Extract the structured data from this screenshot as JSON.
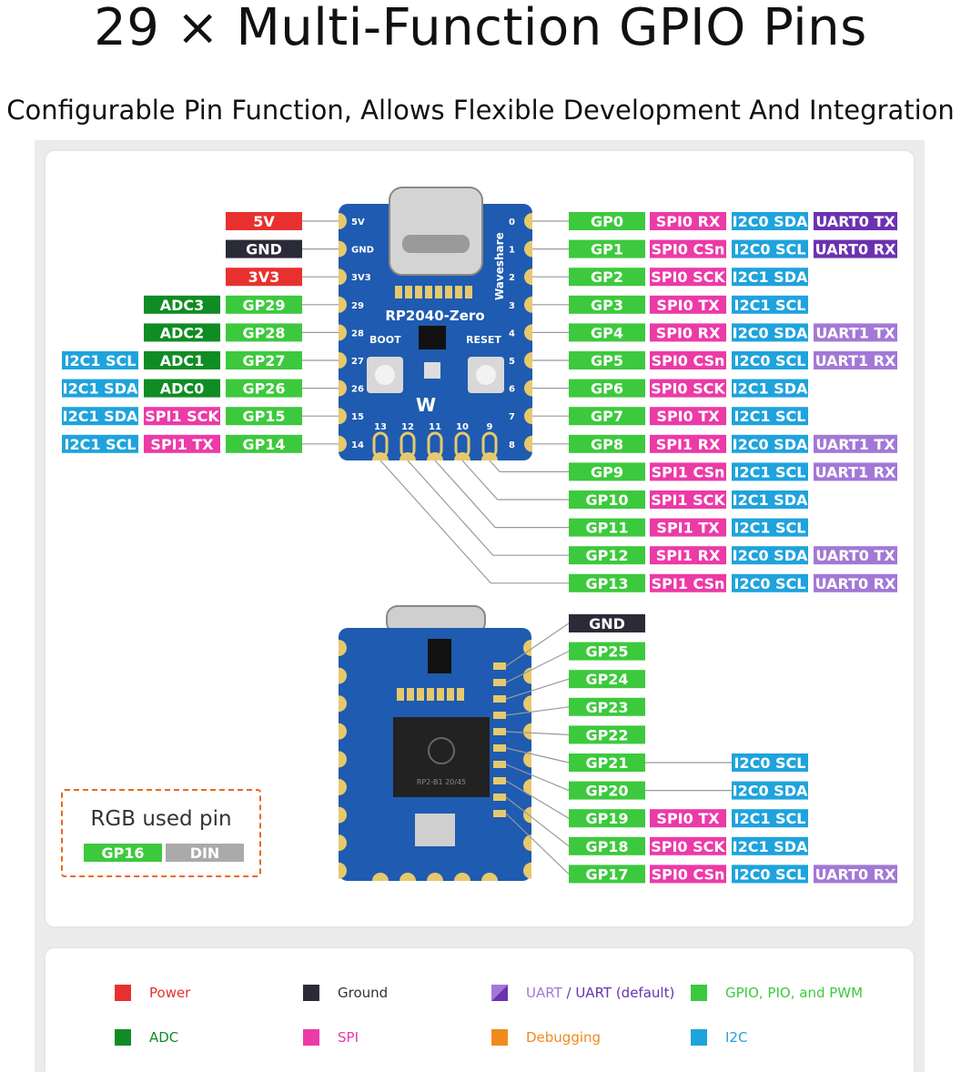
{
  "title": "29 × Multi-Function GPIO Pins",
  "subtitle": "Configurable Pin Function, Allows Flexible Development And Integration",
  "board": {
    "name": "RP2040-Zero",
    "brand": "Waveshare",
    "boot_label": "BOOT",
    "reset_label": "RESET",
    "left_pin_numbers": [
      "5V",
      "GND",
      "3V3",
      "29",
      "28",
      "27",
      "26",
      "15",
      "14"
    ],
    "right_pin_numbers": [
      "0",
      "1",
      "2",
      "3",
      "4",
      "5",
      "6",
      "7",
      "8"
    ],
    "bottom_pin_numbers": [
      "13",
      "12",
      "11",
      "10",
      "9"
    ],
    "chip_text": "RP2-B1  20/45"
  },
  "colors": {
    "power": "#e8312e",
    "ground": "#2b2b38",
    "gpio": "#3dc93d",
    "adc": "#108c24",
    "spi": "#ec3aa7",
    "i2c": "#1fa3dc",
    "uart": "#a278d6",
    "uart_default": "#6b32b0",
    "debug": "#f08a1c",
    "din": "#aaaaaa"
  },
  "left_pins": [
    {
      "labels": [
        {
          "t": "5V",
          "c": "power"
        }
      ]
    },
    {
      "labels": [
        {
          "t": "GND",
          "c": "ground"
        }
      ]
    },
    {
      "labels": [
        {
          "t": "3V3",
          "c": "power"
        }
      ]
    },
    {
      "labels": [
        {
          "t": "ADC3",
          "c": "adc"
        },
        {
          "t": "GP29",
          "c": "gpio"
        }
      ]
    },
    {
      "labels": [
        {
          "t": "ADC2",
          "c": "adc"
        },
        {
          "t": "GP28",
          "c": "gpio"
        }
      ]
    },
    {
      "labels": [
        {
          "t": "I2C1 SCL",
          "c": "i2c"
        },
        {
          "t": "ADC1",
          "c": "adc"
        },
        {
          "t": "GP27",
          "c": "gpio"
        }
      ]
    },
    {
      "labels": [
        {
          "t": "I2C1 SDA",
          "c": "i2c"
        },
        {
          "t": "ADC0",
          "c": "adc"
        },
        {
          "t": "GP26",
          "c": "gpio"
        }
      ]
    },
    {
      "labels": [
        {
          "t": "I2C1 SDA",
          "c": "i2c"
        },
        {
          "t": "SPI1 SCK",
          "c": "spi"
        },
        {
          "t": "GP15",
          "c": "gpio"
        }
      ]
    },
    {
      "labels": [
        {
          "t": "I2C1 SCL",
          "c": "i2c"
        },
        {
          "t": "SPI1 TX",
          "c": "spi"
        },
        {
          "t": "GP14",
          "c": "gpio"
        }
      ]
    }
  ],
  "right_pins": [
    {
      "gp": "GP0",
      "spi": "SPI0 RX",
      "i2c": "I2C0 SDA",
      "uart": "UART0 TX",
      "uc": "uart_default"
    },
    {
      "gp": "GP1",
      "spi": "SPI0 CSn",
      "i2c": "I2C0 SCL",
      "uart": "UART0 RX",
      "uc": "uart_default"
    },
    {
      "gp": "GP2",
      "spi": "SPI0 SCK",
      "i2c": "I2C1 SDA",
      "uart": "",
      "uc": ""
    },
    {
      "gp": "GP3",
      "spi": "SPI0 TX",
      "i2c": "I2C1 SCL",
      "uart": "",
      "uc": ""
    },
    {
      "gp": "GP4",
      "spi": "SPI0 RX",
      "i2c": "I2C0 SDA",
      "uart": "UART1 TX",
      "uc": "uart"
    },
    {
      "gp": "GP5",
      "spi": "SPI0 CSn",
      "i2c": "I2C0 SCL",
      "uart": "UART1 RX",
      "uc": "uart"
    },
    {
      "gp": "GP6",
      "spi": "SPI0 SCK",
      "i2c": "I2C1 SDA",
      "uart": "",
      "uc": ""
    },
    {
      "gp": "GP7",
      "spi": "SPI0 TX",
      "i2c": "I2C1 SCL",
      "uart": "",
      "uc": ""
    },
    {
      "gp": "GP8",
      "spi": "SPI1 RX",
      "i2c": "I2C0 SDA",
      "uart": "UART1 TX",
      "uc": "uart"
    },
    {
      "gp": "GP9",
      "spi": "SPI1 CSn",
      "i2c": "I2C1 SCL",
      "uart": "UART1 RX",
      "uc": "uart"
    },
    {
      "gp": "GP10",
      "spi": "SPI1 SCK",
      "i2c": "I2C1 SDA",
      "uart": "",
      "uc": ""
    },
    {
      "gp": "GP11",
      "spi": "SPI1 TX",
      "i2c": "I2C1 SCL",
      "uart": "",
      "uc": ""
    },
    {
      "gp": "GP12",
      "spi": "SPI1 RX",
      "i2c": "I2C0 SDA",
      "uart": "UART0 TX",
      "uc": "uart"
    },
    {
      "gp": "GP13",
      "spi": "SPI1 CSn",
      "i2c": "I2C0 SCL",
      "uart": "UART0 RX",
      "uc": "uart"
    }
  ],
  "back_pins": [
    {
      "gp": "GND",
      "gc": "ground",
      "spi": "",
      "i2c": "",
      "uart": ""
    },
    {
      "gp": "GP25",
      "gc": "gpio",
      "spi": "",
      "i2c": "",
      "uart": ""
    },
    {
      "gp": "GP24",
      "gc": "gpio",
      "spi": "",
      "i2c": "",
      "uart": ""
    },
    {
      "gp": "GP23",
      "gc": "gpio",
      "spi": "",
      "i2c": "",
      "uart": ""
    },
    {
      "gp": "GP22",
      "gc": "gpio",
      "spi": "",
      "i2c": "",
      "uart": ""
    },
    {
      "gp": "GP21",
      "gc": "gpio",
      "spi": "",
      "i2c": "I2C0 SCL",
      "uart": ""
    },
    {
      "gp": "GP20",
      "gc": "gpio",
      "spi": "",
      "i2c": "I2C0 SDA",
      "uart": ""
    },
    {
      "gp": "GP19",
      "gc": "gpio",
      "spi": "SPI0 TX",
      "i2c": "I2C1 SCL",
      "uart": ""
    },
    {
      "gp": "GP18",
      "gc": "gpio",
      "spi": "SPI0 SCK",
      "i2c": "I2C1 SDA",
      "uart": ""
    },
    {
      "gp": "GP17",
      "gc": "gpio",
      "spi": "SPI0 CSn",
      "i2c": "I2C0 SCL",
      "uart": "UART0 RX"
    }
  ],
  "rgb": {
    "title": "RGB used pin",
    "gp": "GP16",
    "din": "DIN"
  },
  "legend": [
    {
      "key": "power",
      "label": "Power",
      "color": "#e8312e",
      "label_color": "#e8312e"
    },
    {
      "key": "ground",
      "label": "Ground",
      "color": "#2b2b38",
      "label_color": "#333333"
    },
    {
      "key": "uart",
      "label": "UART",
      "label2": " / UART (default)",
      "color": "#a278d6",
      "color2": "#6b32b0",
      "label_color": "#a278d6",
      "label2_color": "#6b32b0"
    },
    {
      "key": "gpio",
      "label": "GPIO, PIO, and PWM",
      "color": "#3dc93d",
      "label_color": "#3dc93d"
    },
    {
      "key": "adc",
      "label": "ADC",
      "color": "#108c24",
      "label_color": "#108c24"
    },
    {
      "key": "spi",
      "label": "SPI",
      "color": "#ec3aa7",
      "label_color": "#ec3aa7"
    },
    {
      "key": "debug",
      "label": "Debugging",
      "color": "#f08a1c",
      "label_color": "#f08a1c"
    },
    {
      "key": "i2c",
      "label": "I2C",
      "color": "#1fa3dc",
      "label_color": "#1fa3dc"
    }
  ]
}
